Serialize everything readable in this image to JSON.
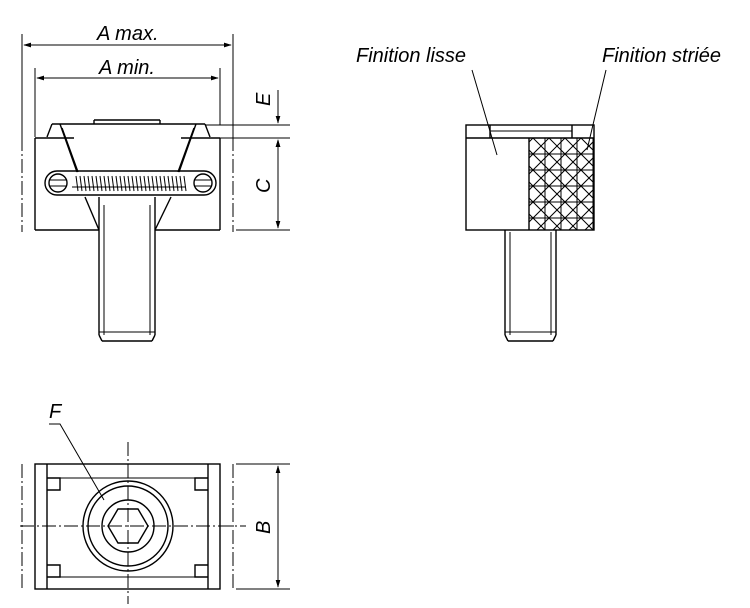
{
  "labels": {
    "a_max": "A max.",
    "a_min": "A min.",
    "e": "E",
    "c": "C",
    "b": "B",
    "f": "F",
    "finish_smooth": "Finition lisse",
    "finish_knurled": "Finition striée"
  },
  "colors": {
    "line": "#000000",
    "background": "#ffffff"
  }
}
